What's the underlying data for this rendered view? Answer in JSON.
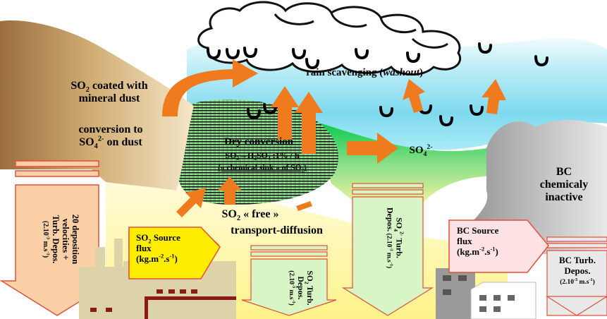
{
  "labels": {
    "rain": "rain scavenging (",
    "rain_it": "washout",
    "rain_end": ")",
    "so2_coated_1": "SO",
    "so2_coated_sub": "2",
    "so2_coated_2": " coated with",
    "so2_coated_3": "mineral dust",
    "conv_1": "conversion to",
    "conv_2": "SO",
    "conv_sub": "4",
    "conv_sup": "2-",
    "conv_3": " on dust",
    "dry_title": "Dry conversion",
    "dry_formula": "SO₂→H₂SO₄  :1% / h",
    "dry_sink": "(« chemical sink » of SO₂)",
    "so4": "SO",
    "so4_sub": "4",
    "so4_sup": "2-",
    "bc_1": "BC",
    "bc_2": "chemicaly",
    "bc_3": "inactive",
    "so2_free_1": "SO",
    "so2_free_sub": "2",
    "so2_free_2": " « free »",
    "transport": "transport-diffusion",
    "so2_src_1": "SO",
    "so2_src_sub": "2",
    "so2_src_2": " Source",
    "so2_src_3": "flux",
    "so2_src_4": "(kg.m",
    "so2_src_sup1": "-2",
    "so2_src_5": ".s",
    "so2_src_sup2": "-1",
    "so2_src_6": ")",
    "bc_src_1": "BC Source",
    "bc_src_2": "flux",
    "bc_src_3": "(kg.m",
    "bc_src_sup1": "-2",
    "bc_src_4": ".s",
    "bc_src_sup2": "-1",
    "bc_src_5": ")",
    "dep20_1": "20 deposition",
    "dep20_2": "velocities",
    "dep20_3": "+",
    "dep20_4": "Turb. Depos.",
    "dep20_5": "(2.10",
    "dep20_sup1": "-3",
    "dep20_6": " m.s",
    "dep20_sup2": "-1",
    "dep20_7": ")",
    "so2turb_1": "SO",
    "so2turb_sub": "2",
    "so2turb_2": "Turb.",
    "so2turb_3": "Depos.",
    "so2turb_4": "(2.10",
    "so2turb_sup1": "-3",
    "so2turb_5": "m.s",
    "so2turb_sup2": "-1",
    "so2turb_6": ")",
    "so4turb_1": "SO",
    "so4turb_sub": "4",
    "so4turb_sup": "2-",
    "so4turb_2": " Turb.",
    "so4turb_3": "Depos.",
    "so4turb_4": " (2.10",
    "so4turb_sup1": "-3",
    "so4turb_5": " m.s",
    "so4turb_sup2": "-1",
    "so4turb_6": ")",
    "bcturb_1": "BC Turb.",
    "bcturb_2": "Depos.",
    "bcturb_3": "(2.10",
    "bcturb_sup1": "-3",
    "bcturb_4": " m.s",
    "bcturb_sup2": "-1",
    "bcturb_5": ")"
  },
  "colors": {
    "arrow": "#f07a1e",
    "down_arrow_fill": "#fbd0a6",
    "green_arrow_fill": "#d8f5c6",
    "gray_arrow_fill": "#e9e9e9",
    "source_box": "#ffee00",
    "bc_box": "#ffe2e4",
    "factory": "#dcd3a8",
    "dust": "#c89d66"
  }
}
